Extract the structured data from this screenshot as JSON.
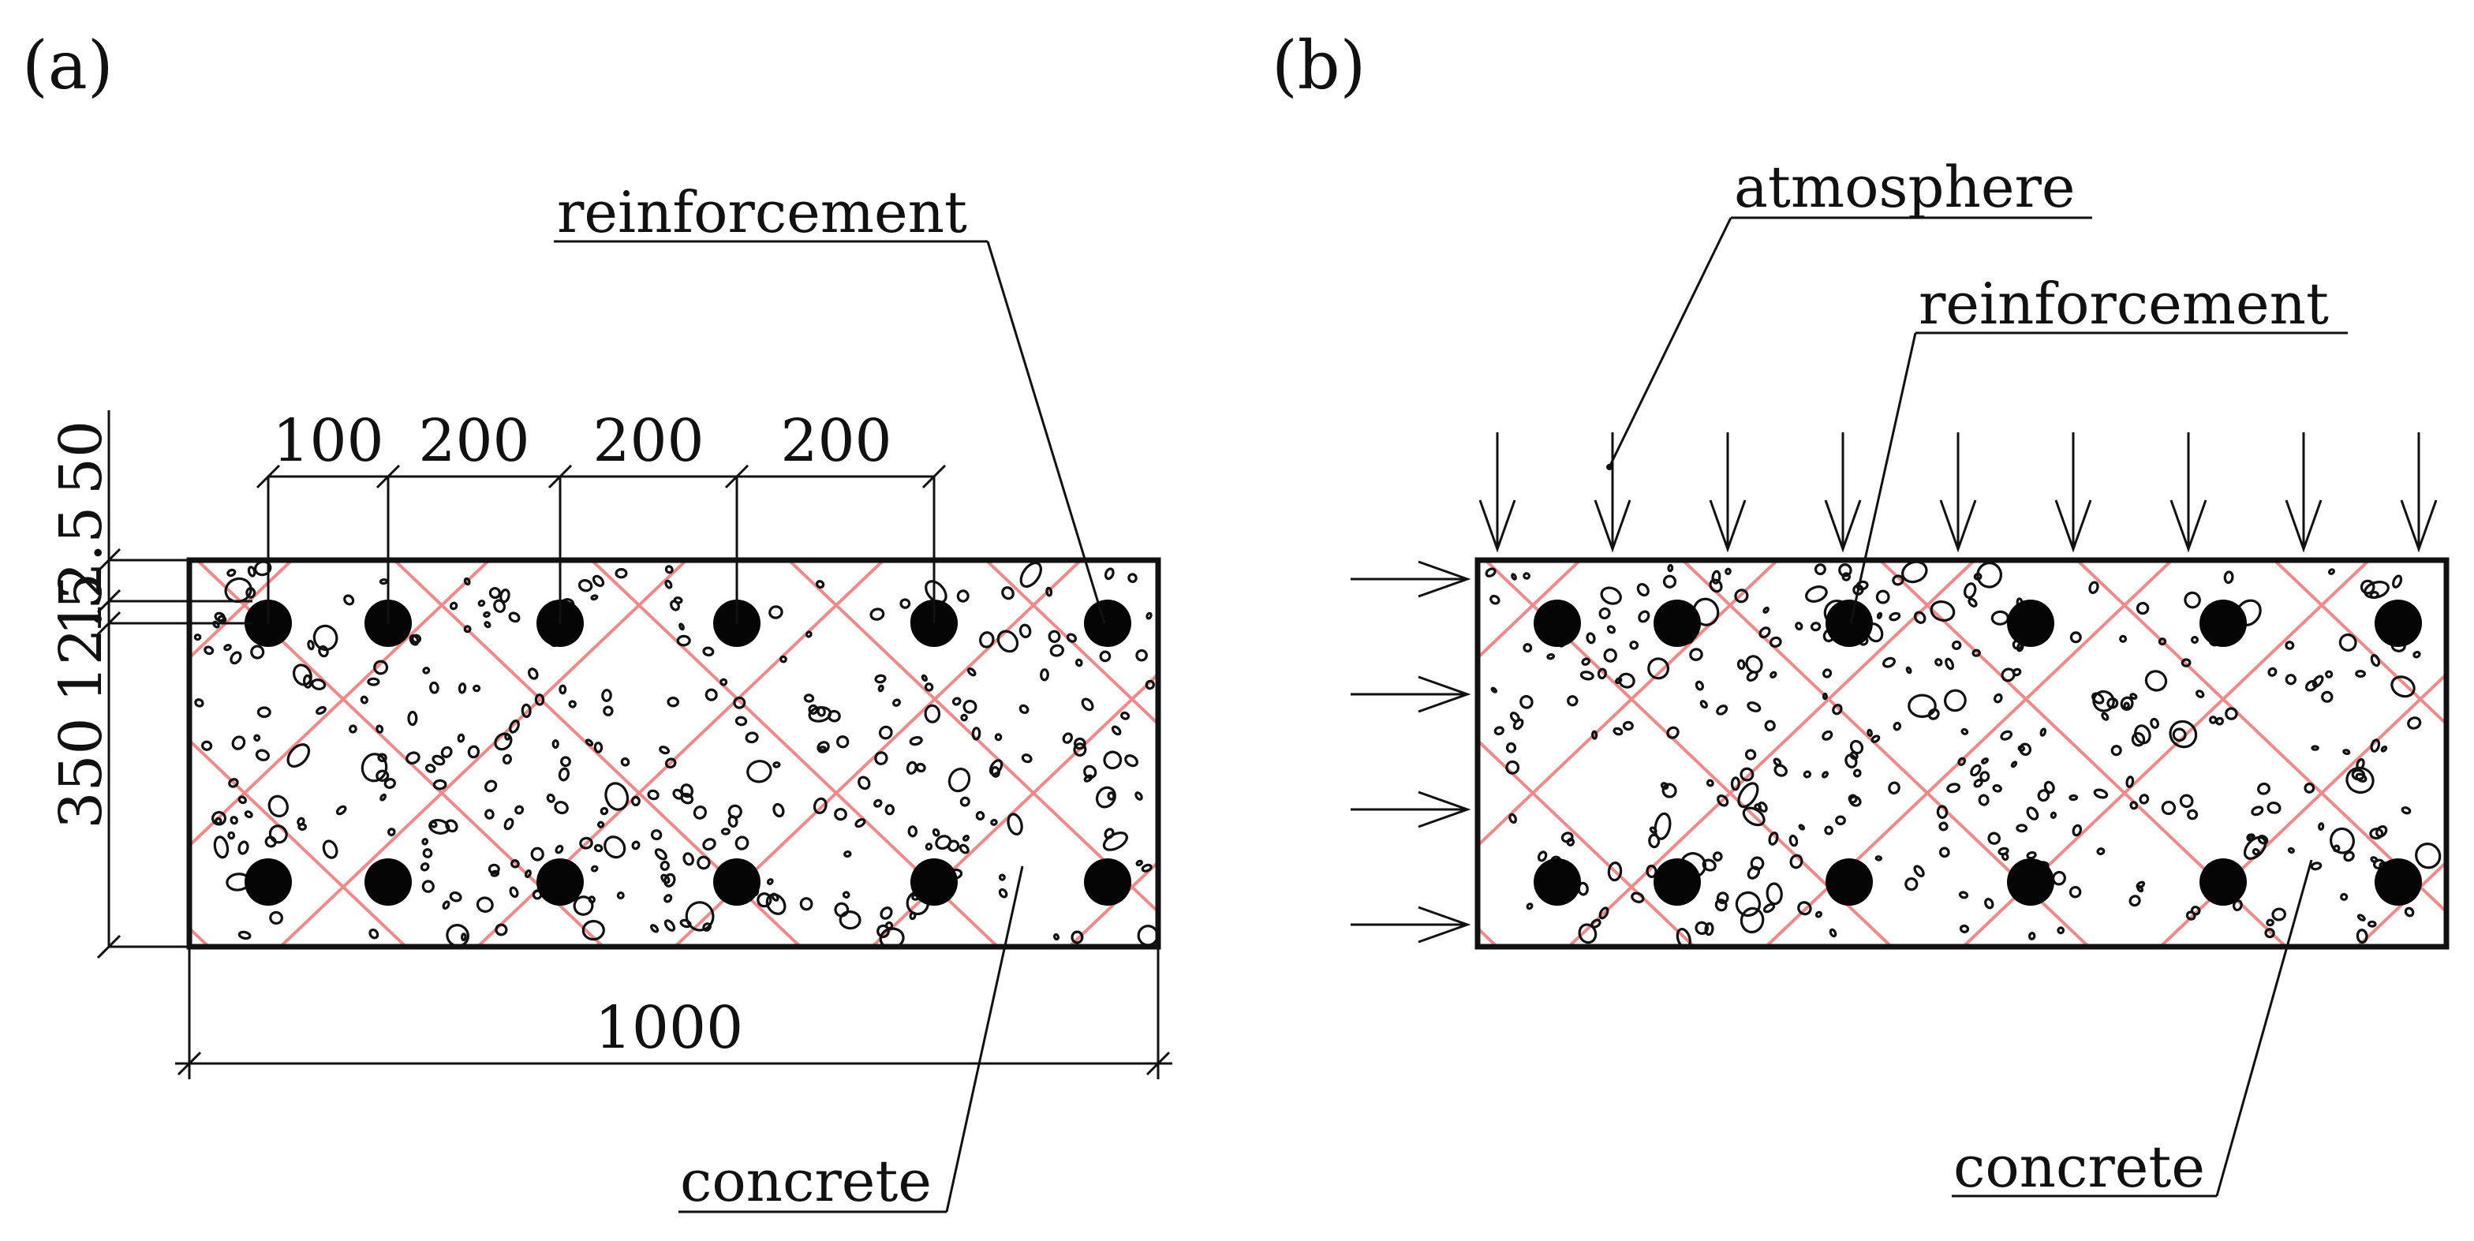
{
  "panels": [
    {
      "label": "(a)",
      "callouts": {
        "reinforcement": "reinforcement",
        "concrete": "concrete"
      },
      "dimensions": {
        "top_spacing": [
          "100",
          "200",
          "200",
          "200"
        ],
        "left": [
          "50",
          "12.5",
          "12.5",
          "350"
        ],
        "bottom": "1000"
      }
    },
    {
      "label": "(b)",
      "callouts": {
        "atmosphere": "atmosphere",
        "reinforcement": "reinforcement",
        "concrete": "concrete"
      },
      "exposure": {
        "top_arrows": 9,
        "left_arrows": 4
      }
    }
  ],
  "section": {
    "bars_per_row": 6,
    "rows": 2
  },
  "colors": {
    "outline": "#111111",
    "mesh": "#f08a8a",
    "reinforcement": "#050505",
    "background": "#ffffff"
  }
}
